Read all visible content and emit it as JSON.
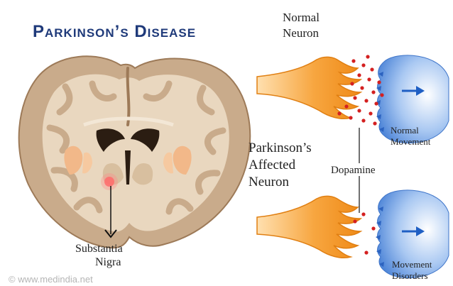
{
  "title": "Parkinson’s Disease",
  "labels": {
    "normal_neuron": [
      "Normal",
      "Neuron"
    ],
    "affected_neuron": [
      "Parkinson’s",
      "Affected",
      "Neuron"
    ],
    "dopamine": "Dopamine",
    "normal_movement": [
      "Normal",
      "Movement"
    ],
    "movement_disorders": [
      "Movement",
      "Disorders"
    ],
    "substantia_nigra": [
      "Substantia",
      "Nigra"
    ]
  },
  "watermark": "© www.medindia.net",
  "colors": {
    "title": "#1f3a7a",
    "brain_outer": "#c9ab8b",
    "brain_inner": "#e9d7bf",
    "neuron_orange": "#f59a2c",
    "dopamine_red": "#d42020",
    "receptor_blue": "#6fa2e6",
    "arrow_blue": "#1f5fc4"
  }
}
